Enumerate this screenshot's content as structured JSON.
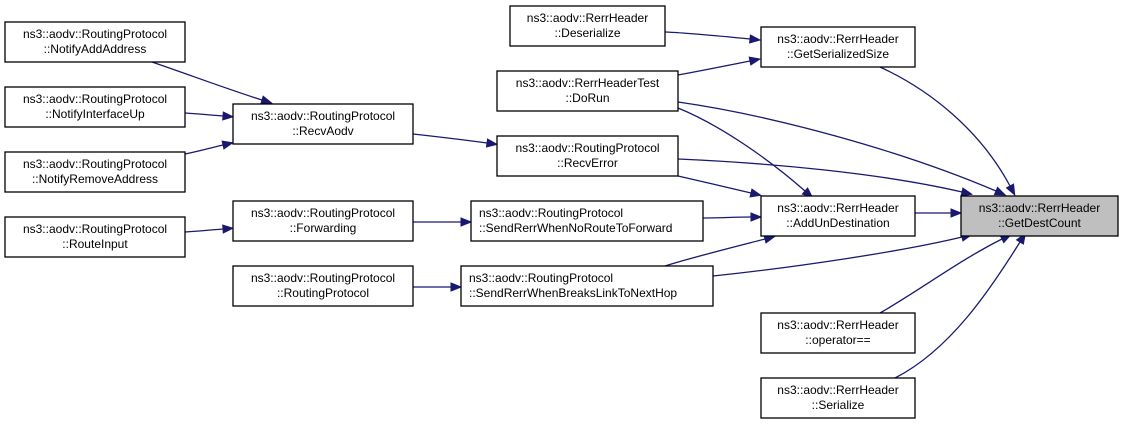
{
  "diagram": {
    "type": "doxygen-caller-graph",
    "edge_color": "#191970",
    "root_fill": "#bfbfbf",
    "nodes": [
      {
        "id": "getdestcount",
        "line1": "ns3::aodv::RerrHeader",
        "line2": "::GetDestCount",
        "root": true
      },
      {
        "id": "getserializedsize",
        "line1": "ns3::aodv::RerrHeader",
        "line2": "::GetSerializedSize"
      },
      {
        "id": "deserialize",
        "line1": "ns3::aodv::RerrHeader",
        "line2": "::Deserialize"
      },
      {
        "id": "dorun",
        "line1": "ns3::aodv::RerrHeaderTest",
        "line2": "::DoRun"
      },
      {
        "id": "recverror",
        "line1": "ns3::aodv::RoutingProtocol",
        "line2": "::RecvError"
      },
      {
        "id": "recvaodv",
        "line1": "ns3::aodv::RoutingProtocol",
        "line2": "::RecvAodv"
      },
      {
        "id": "notifyaddaddress",
        "line1": "ns3::aodv::RoutingProtocol",
        "line2": "::NotifyAddAddress"
      },
      {
        "id": "notifyinterfaceup",
        "line1": "ns3::aodv::RoutingProtocol",
        "line2": "::NotifyInterfaceUp"
      },
      {
        "id": "notifyremoveaddress",
        "line1": "ns3::aodv::RoutingProtocol",
        "line2": "::NotifyRemoveAddress"
      },
      {
        "id": "addundestination",
        "line1": "ns3::aodv::RerrHeader",
        "line2": "::AddUnDestination"
      },
      {
        "id": "sendrerrnoroute",
        "line1": "ns3::aodv::RoutingProtocol",
        "line2": "::SendRerrWhenNoRouteToForward"
      },
      {
        "id": "forwarding",
        "line1": "ns3::aodv::RoutingProtocol",
        "line2": "::Forwarding"
      },
      {
        "id": "routeinput",
        "line1": "ns3::aodv::RoutingProtocol",
        "line2": "::RouteInput"
      },
      {
        "id": "sendrerrbreaks",
        "line1": "ns3::aodv::RoutingProtocol",
        "line2": "::SendRerrWhenBreaksLinkToNextHop"
      },
      {
        "id": "routingprotocol",
        "line1": "ns3::aodv::RoutingProtocol",
        "line2": "::RoutingProtocol"
      },
      {
        "id": "operatoreq",
        "line1": "ns3::aodv::RerrHeader",
        "line2": "::operator=="
      },
      {
        "id": "serialize",
        "line1": "ns3::aodv::RerrHeader",
        "line2": "::Serialize"
      }
    ],
    "edges": [
      {
        "from": "getserializedsize",
        "to": "getdestcount"
      },
      {
        "from": "deserialize",
        "to": "getserializedsize"
      },
      {
        "from": "dorun",
        "to": "getserializedsize"
      },
      {
        "from": "dorun",
        "to": "getdestcount"
      },
      {
        "from": "dorun",
        "to": "addundestination"
      },
      {
        "from": "recverror",
        "to": "getdestcount"
      },
      {
        "from": "recverror",
        "to": "addundestination"
      },
      {
        "from": "recvaodv",
        "to": "recverror"
      },
      {
        "from": "notifyaddaddress",
        "to": "recvaodv"
      },
      {
        "from": "notifyinterfaceup",
        "to": "recvaodv"
      },
      {
        "from": "notifyremoveaddress",
        "to": "recvaodv"
      },
      {
        "from": "addundestination",
        "to": "getdestcount"
      },
      {
        "from": "sendrerrnoroute",
        "to": "addundestination"
      },
      {
        "from": "forwarding",
        "to": "sendrerrnoroute"
      },
      {
        "from": "routeinput",
        "to": "forwarding"
      },
      {
        "from": "sendrerrbreaks",
        "to": "addundestination"
      },
      {
        "from": "sendrerrbreaks",
        "to": "getdestcount"
      },
      {
        "from": "routingprotocol",
        "to": "sendrerrbreaks"
      },
      {
        "from": "operatoreq",
        "to": "getdestcount"
      },
      {
        "from": "serialize",
        "to": "getdestcount"
      }
    ]
  }
}
